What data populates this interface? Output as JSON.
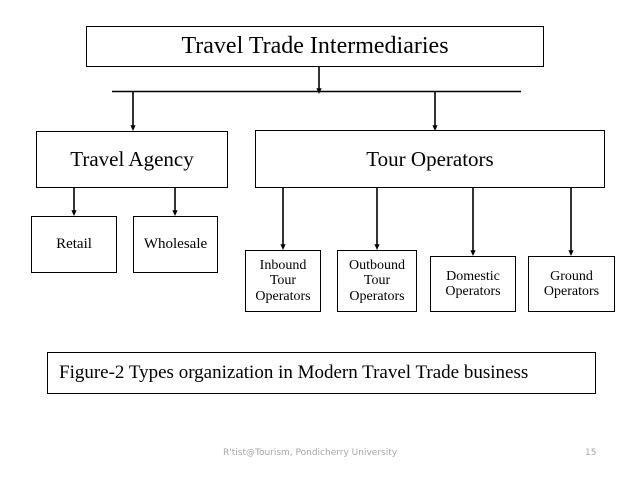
{
  "diagram": {
    "root": {
      "label": "Travel Trade Intermediaries"
    },
    "level2": [
      {
        "label": "Travel Agency"
      },
      {
        "label": "Tour Operators"
      }
    ],
    "agency_children": [
      {
        "label": "Retail"
      },
      {
        "label": "Wholesale"
      }
    ],
    "operator_children": [
      {
        "label": "Inbound\nTour\nOperators"
      },
      {
        "label": "Outbound\nTour\nOperators"
      },
      {
        "label": "Domestic\nOperators"
      },
      {
        "label": "Ground\nOperators"
      }
    ],
    "caption": "Figure-2 Types organization in Modern Travel Trade business"
  },
  "footer": {
    "credit": "R'tist@Tourism, Pondicherry University",
    "page_number": "15"
  },
  "colors": {
    "background": "#ffffff",
    "border": "#000000",
    "text": "#000000",
    "footer_text": "#a6a6a6"
  }
}
